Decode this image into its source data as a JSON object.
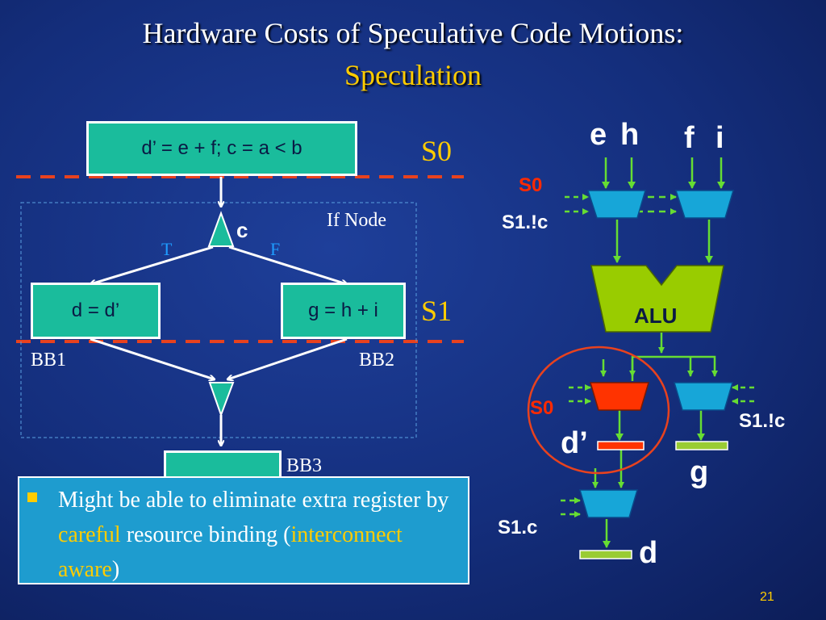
{
  "slide": {
    "title_line1": "Hardware Costs of Speculative Code Motions:",
    "title_line2": "Speculation",
    "page_number": "21"
  },
  "cfg": {
    "top_block": "d’ = e + f; c = a < b",
    "stage_s0": "S0",
    "stage_s1": "S1",
    "if_node_label": "If Node",
    "condition": "c",
    "true_label": "T",
    "false_label": "F",
    "bb1_code": "d = d’",
    "bb2_code": "g = h + i",
    "bb1_label": "BB1",
    "bb2_label": "BB2",
    "bb3_label": "BB3"
  },
  "datapath": {
    "inputs": {
      "e": "e",
      "h": "h",
      "f": "f",
      "i": "i"
    },
    "ctrl_s0_top": "S0",
    "ctrl_s1notc_top": "S1.!c",
    "alu": "ALU",
    "ctrl_s0_mid": "S0",
    "ctrl_s1notc_mid": "S1.!c",
    "reg_dprime": "d’",
    "reg_g": "g",
    "ctrl_s1c": "S1.c",
    "reg_d": "d"
  },
  "bullet": {
    "part1": "Might be able to eliminate extra register by ",
    "part2": "careful",
    "part3": " resource binding (",
    "part4": "interconnect aware",
    "part5": ")"
  },
  "colors": {
    "box_fill": "#1abc9c",
    "dash_line": "#e8421e",
    "mux_blue": "#17a6d8",
    "mux_red": "#ff3300",
    "alu_green": "#99cc00",
    "register_green": "#99cc33",
    "arrow_green": "#66dd33",
    "highlight": "#ffcc00"
  }
}
